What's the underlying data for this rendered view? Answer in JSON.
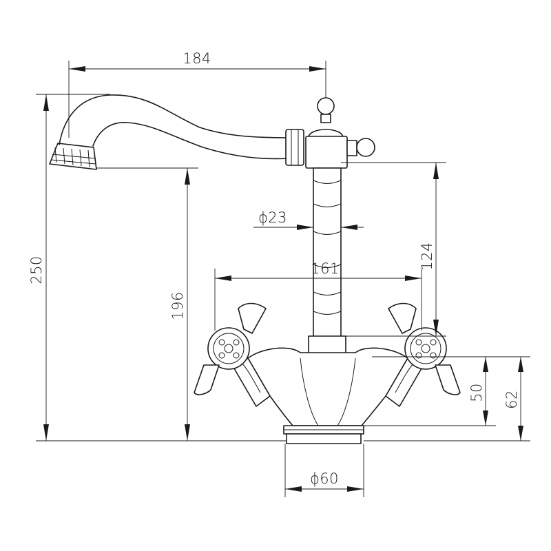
{
  "dimensions": {
    "spout_reach": "184",
    "total_height": "250",
    "spout_height": "196",
    "column_height": "124",
    "column_diameter": "ϕ23",
    "handle_span": "161",
    "base_height_inner": "50",
    "base_height_outer": "62",
    "base_diameter": "ϕ60"
  }
}
